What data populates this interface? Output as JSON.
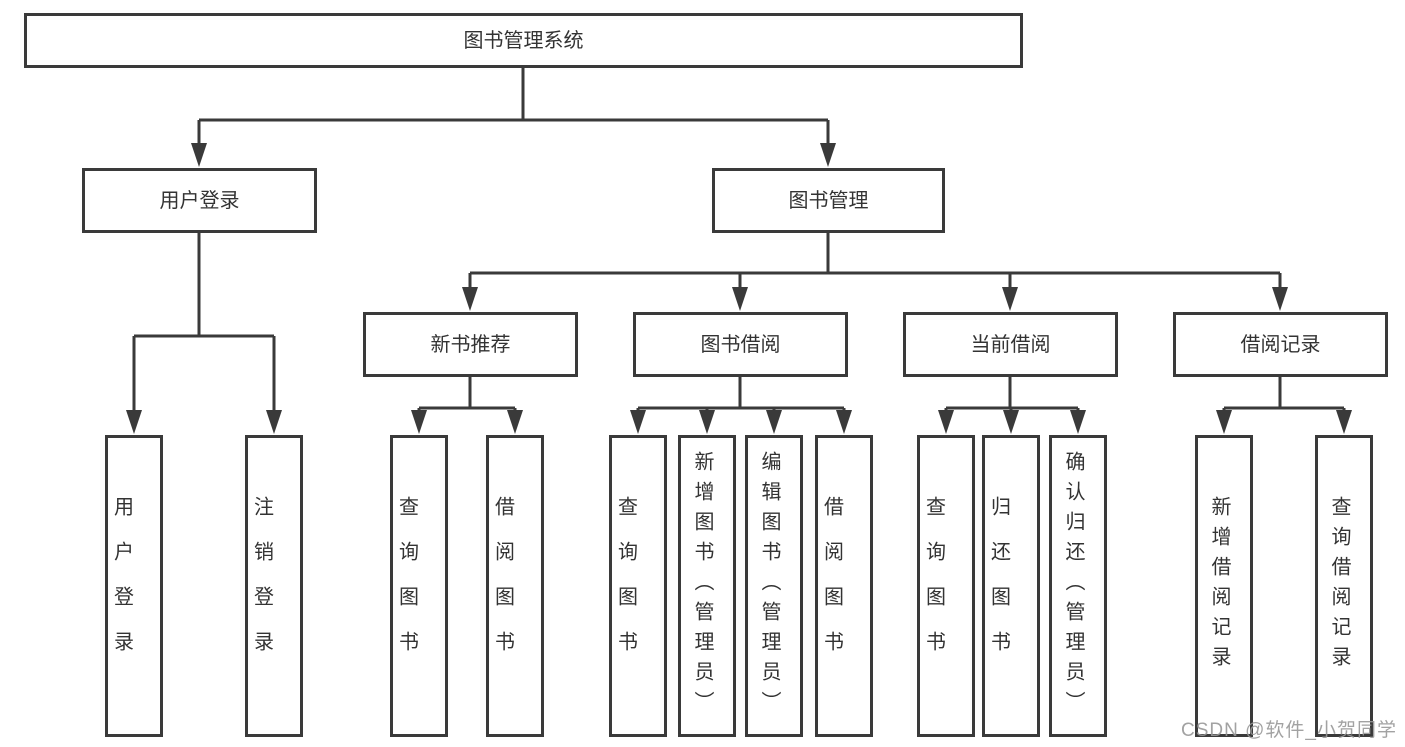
{
  "colors": {
    "line": "#3a3a3a",
    "box_border": "#3a3a3a",
    "box_fill": "#ffffff",
    "text": "#333333",
    "watermark": "#989898"
  },
  "watermark": "CSDN @软件_小贺同学",
  "tree": {
    "label": "图书管理系统",
    "children": [
      {
        "label": "用户登录",
        "children": [
          {
            "label": "用户登录"
          },
          {
            "label": "注销登录"
          }
        ]
      },
      {
        "label": "图书管理",
        "children": [
          {
            "label": "新书推荐",
            "children": [
              {
                "label": "查询图书"
              },
              {
                "label": "借阅图书"
              }
            ]
          },
          {
            "label": "图书借阅",
            "children": [
              {
                "label": "查询图书"
              },
              {
                "label": "新增图书（管理员）"
              },
              {
                "label": "编辑图书（管理员）"
              },
              {
                "label": "借阅图书"
              }
            ]
          },
          {
            "label": "当前借阅",
            "children": [
              {
                "label": "查询图书"
              },
              {
                "label": "归还图书"
              },
              {
                "label": "确认归还（管理员）"
              }
            ]
          },
          {
            "label": "借阅记录",
            "children": [
              {
                "label": "新增借阅记录"
              },
              {
                "label": "查询借阅记录"
              }
            ]
          }
        ]
      }
    ]
  }
}
